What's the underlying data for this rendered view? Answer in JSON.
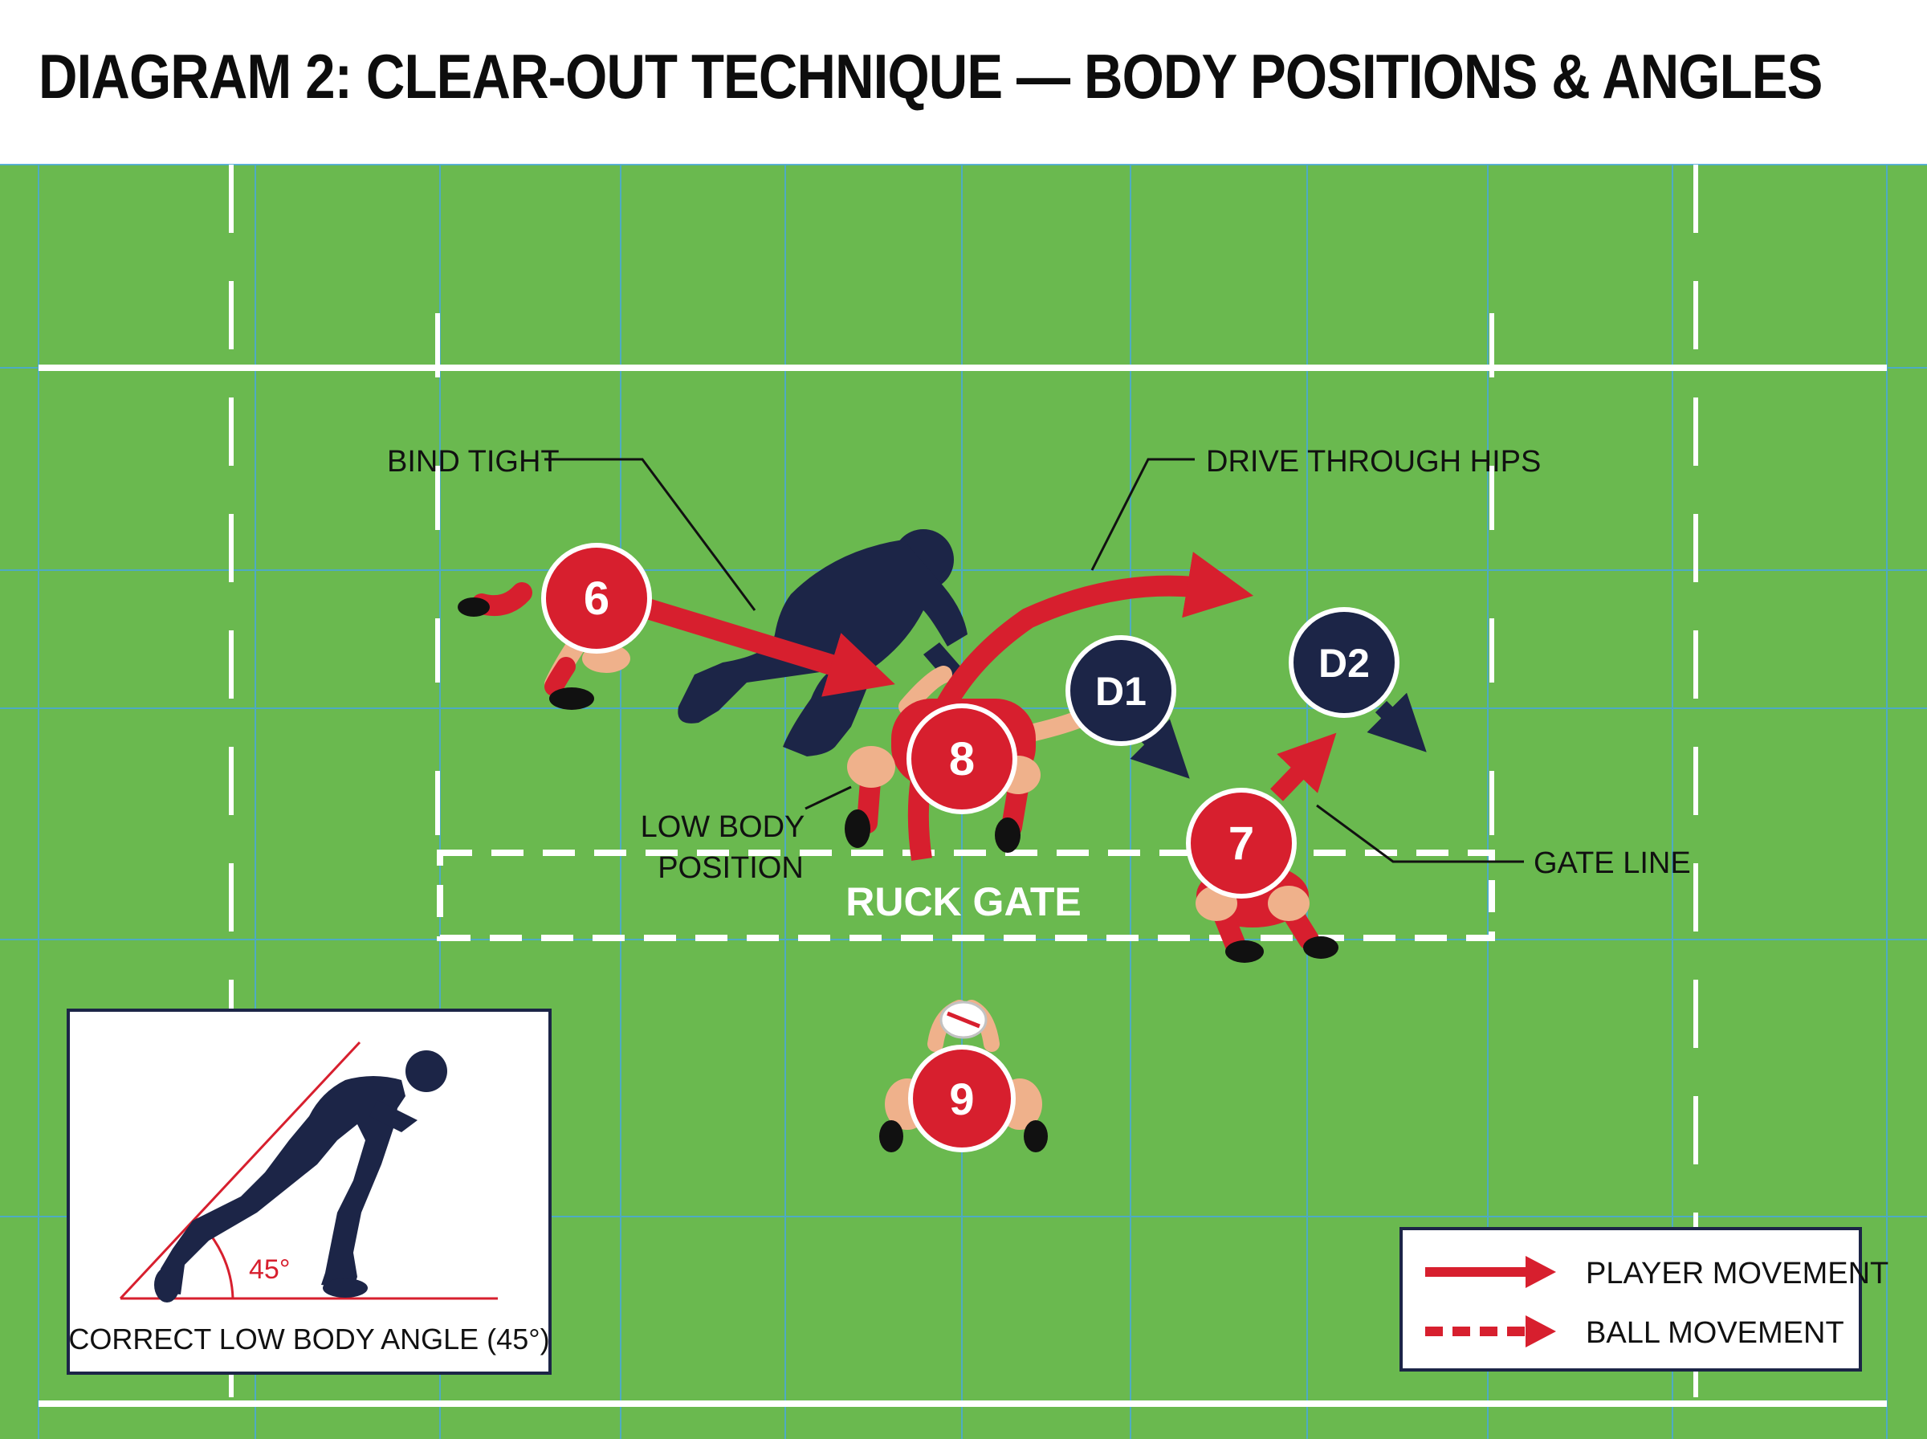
{
  "title": "DIAGRAM 2: CLEAR-OUT TECHNIQUE — BODY POSITIONS & ANGLES",
  "colors": {
    "pitch": "#6ab94f",
    "pitch_line": "#ffffff",
    "grid": "#4aa9d8",
    "attack": "#d71f2e",
    "defence": "#1c2547",
    "skin": "#efb18b"
  },
  "players": {
    "p6": "6",
    "p8": "8",
    "p7": "7",
    "p9": "9",
    "d1": "D1",
    "d2": "D2"
  },
  "annotations": {
    "bind_tight": "BIND TIGHT",
    "drive_through_hips": "DRIVE THROUGH HIPS",
    "low_body_line1": "LOW BODY",
    "low_body_line2": "POSITION",
    "gate_line": "GATE LINE",
    "ruck_gate": "RUCK GATE"
  },
  "inset": {
    "angle_label": "45°",
    "caption": "CORRECT LOW BODY ANGLE (45°)"
  },
  "legend": {
    "player_movement": "PLAYER MOVEMENT",
    "ball_movement": "BALL MOVEMENT"
  }
}
